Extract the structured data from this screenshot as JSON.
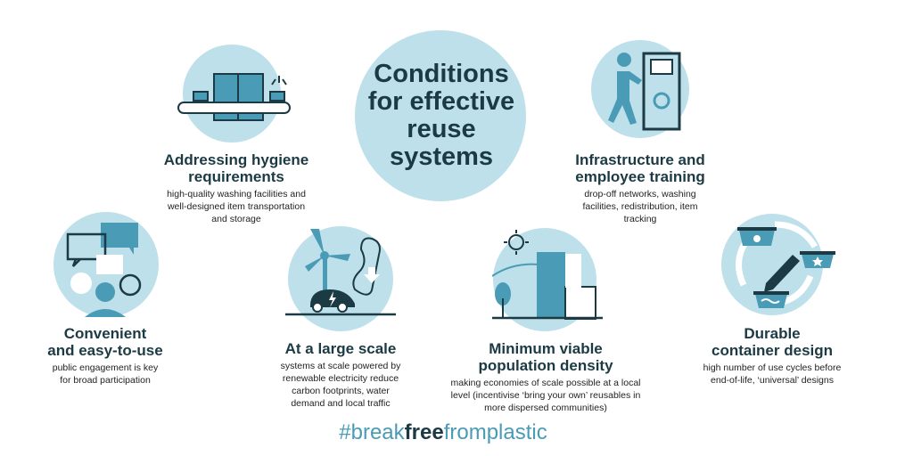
{
  "center_title": "Conditions\nfor effective\nreuse\nsystems",
  "colors": {
    "circle": "#bde0ea",
    "dark": "#1c3a44",
    "accent": "#4a9bb5"
  },
  "conditions": [
    {
      "title": "Addressing hygiene\nrequirements",
      "desc": "high-quality washing facilities and\nwell-designed item transportation\nand storage",
      "icon": "washing-conveyor-icon"
    },
    {
      "title": "Infrastructure and\nemployee training",
      "desc": "drop-off networks, washing\nfacilities, redistribution, item\ntracking",
      "icon": "reverse-vending-machine-icon"
    },
    {
      "title": "Convenient\nand easy-to-use",
      "desc": "public engagement is key\nfor broad participation",
      "icon": "speech-bubbles-people-icon"
    },
    {
      "title": "At a large scale",
      "desc": "systems at scale powered by\nrenewable electricity reduce\ncarbon footprints, water\ndemand and local traffic",
      "icon": "wind-turbine-electric-car-icon"
    },
    {
      "title": "Minimum viable\npopulation density",
      "desc": "making economies of scale possible at a local\nlevel (incentivise ‘bring your own’ reusables in\nmore dispersed communities)",
      "icon": "city-buildings-icon"
    },
    {
      "title": "Durable\ncontainer design",
      "desc": "high number of use cycles before\nend-of-life, ‘universal’ designs",
      "icon": "reusable-containers-cycle-icon"
    }
  ],
  "hashtag": {
    "prefix": "#break",
    "bold": "free",
    "suffix": "fromplastic"
  }
}
